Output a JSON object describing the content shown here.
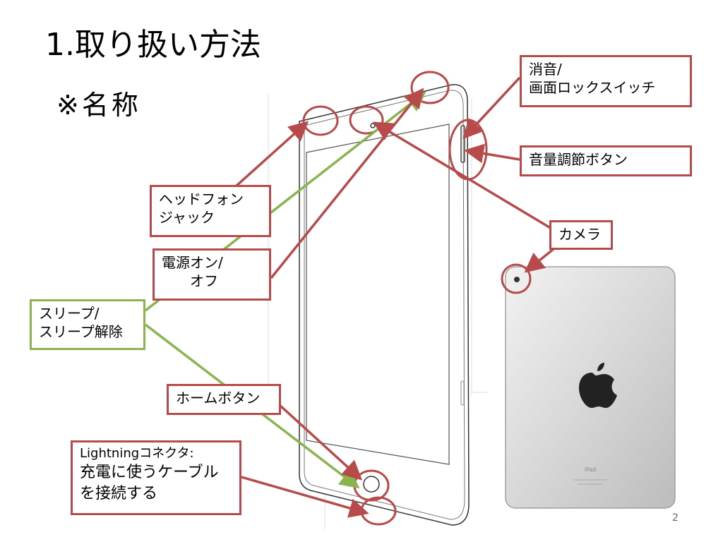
{
  "slide": {
    "title": "1.取り扱い方法",
    "subtitle": "※名称",
    "page_number": "2"
  },
  "labels": {
    "mute": "消音/\n画面ロックスイッチ",
    "volume": "音量調節ボタン",
    "camera": "カメラ",
    "headphone": "ヘッドフォン\nジャック",
    "power": "電源オン/\n　　オフ",
    "sleep": "スリープ/\nスリープ解除",
    "home": "ホームボタン",
    "lightning_title": "Lightningコネクタ:",
    "lightning_desc": "充電に使うケーブル\nを接続する"
  },
  "ipad_back": {
    "model_text": "iPad"
  },
  "colors": {
    "callout_red": "#b74a4a",
    "callout_green": "#8ab44e"
  }
}
